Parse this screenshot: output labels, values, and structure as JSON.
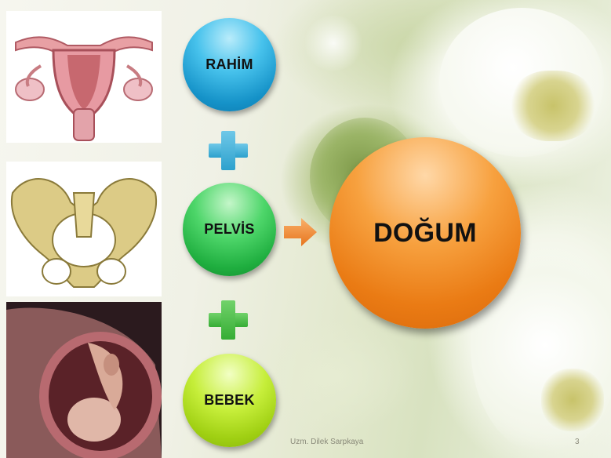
{
  "slide": {
    "circles": {
      "rahim": "RAHİM",
      "pelvis": "PELVİS",
      "bebek": "BEBEK",
      "dogum": "DOĞUM"
    },
    "footer": {
      "author": "Uzm. Dilek Sarpkaya",
      "page_number": "3"
    },
    "icons": {
      "plus_top": "plus-icon",
      "plus_bottom": "plus-icon",
      "arrow": "right-arrow-icon"
    },
    "colors": {
      "rahim": "#1b9fd6",
      "pelvis": "#2cbb4c",
      "bebek": "#a8d41a",
      "dogum": "#ee8420",
      "arrow": "#f08a2c"
    }
  }
}
